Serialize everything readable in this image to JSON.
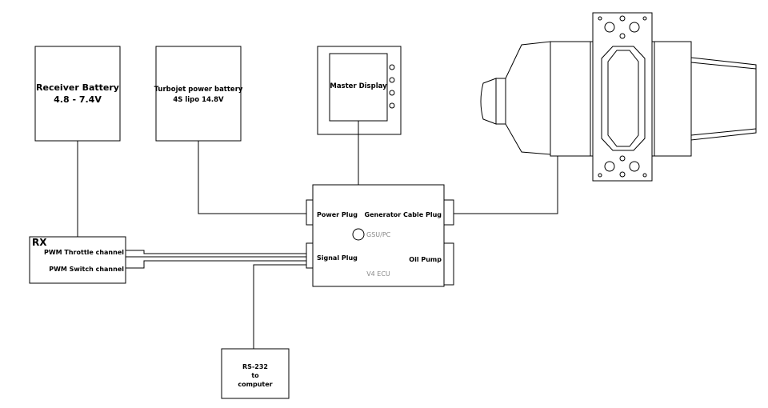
{
  "receiver_battery": {
    "title": "Receiver Battery",
    "voltage": "4.8 - 7.4V"
  },
  "turbojet_battery": {
    "title": "Turbojet power battery",
    "spec": "4S lipo 14.8V"
  },
  "master_display": {
    "label": "Master Display"
  },
  "rx": {
    "title": "RX",
    "throttle_channel": "PWM Throttle channel",
    "switch_channel": "PWM Switch channel"
  },
  "ecu": {
    "name": "V4 ECU",
    "power_plug": "Power Plug",
    "signal_plug": "Signal Plug",
    "generator_plug": "Generator Cable Plug",
    "oil_pump": "Oil Pump",
    "gsu_port": "GSU/PC"
  },
  "rs232": {
    "line1": "RS-232",
    "line2": "to",
    "line3": "computer"
  }
}
